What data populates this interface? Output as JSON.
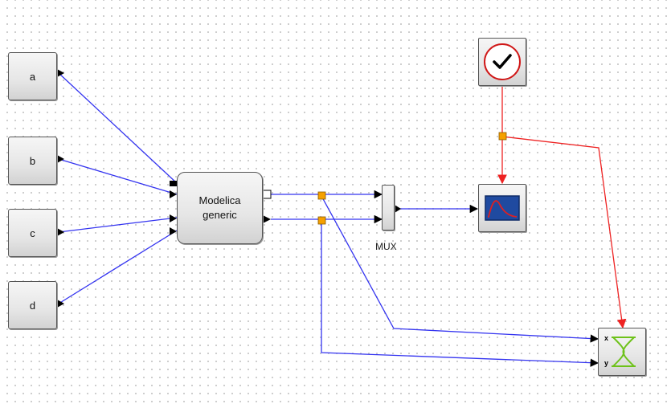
{
  "blocks": {
    "a": {
      "label": "a"
    },
    "b": {
      "label": "b"
    },
    "c": {
      "label": "c"
    },
    "d": {
      "label": "d"
    },
    "modelica": {
      "label": "Modelica\ngeneric"
    },
    "mux": {
      "label": "MUX"
    },
    "clock": {
      "icon": "clock-icon"
    },
    "scope": {
      "icon": "scope-icon"
    },
    "xy_scope": {
      "icon": "xy-scope-icon",
      "port_x": "x",
      "port_y": "y"
    }
  },
  "colors": {
    "data_link": "#3434f0",
    "event_link": "#ee2222",
    "split_point": "#f5a000",
    "clock_ring": "#d01818",
    "scope_bg": "#1f4aa0",
    "scope_curve": "#e02020",
    "xy_curve": "#6ec21a"
  }
}
